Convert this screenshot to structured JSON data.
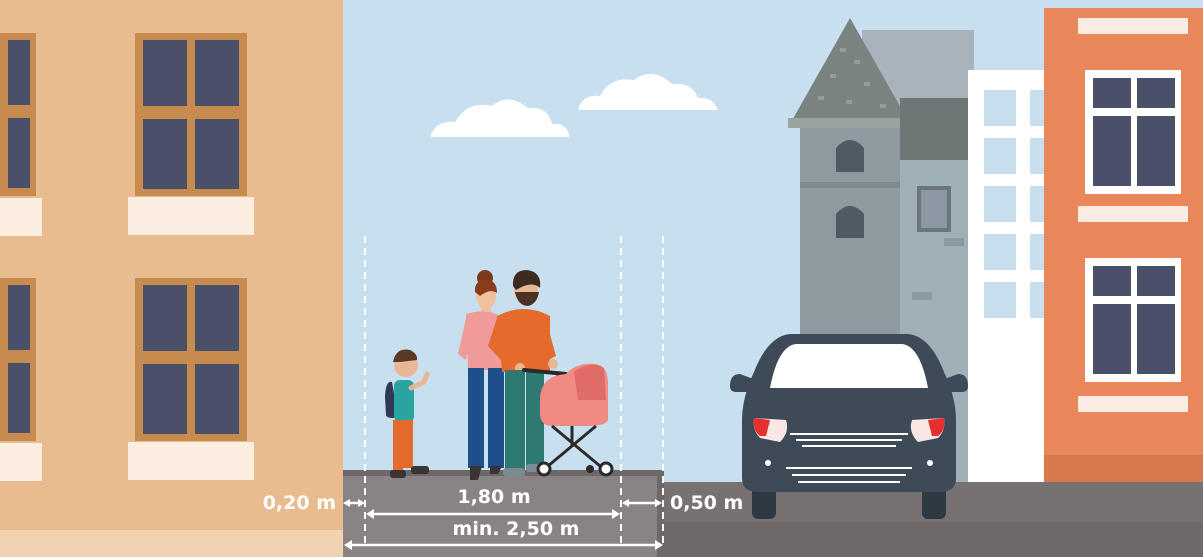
{
  "illustration": {
    "subject": "sidewalk-cross-section",
    "colors": {
      "sky": "#c8dff0",
      "left_building": "#e8bc8f",
      "window_frame": "#c78a4f",
      "window_glass": "#4a5068",
      "right_building": "#e9875a",
      "sidewalk": "#8a8384",
      "road": "#6e6869",
      "car": "#3e4a58",
      "stroller": "#f08a82",
      "dimension_lines": "#ffffff"
    }
  },
  "dimensions": {
    "curb_offset": "0,20 m",
    "clear_width": "1,80 m",
    "safety_strip": "0,50 m",
    "total_width": "min. 2,50 m"
  }
}
